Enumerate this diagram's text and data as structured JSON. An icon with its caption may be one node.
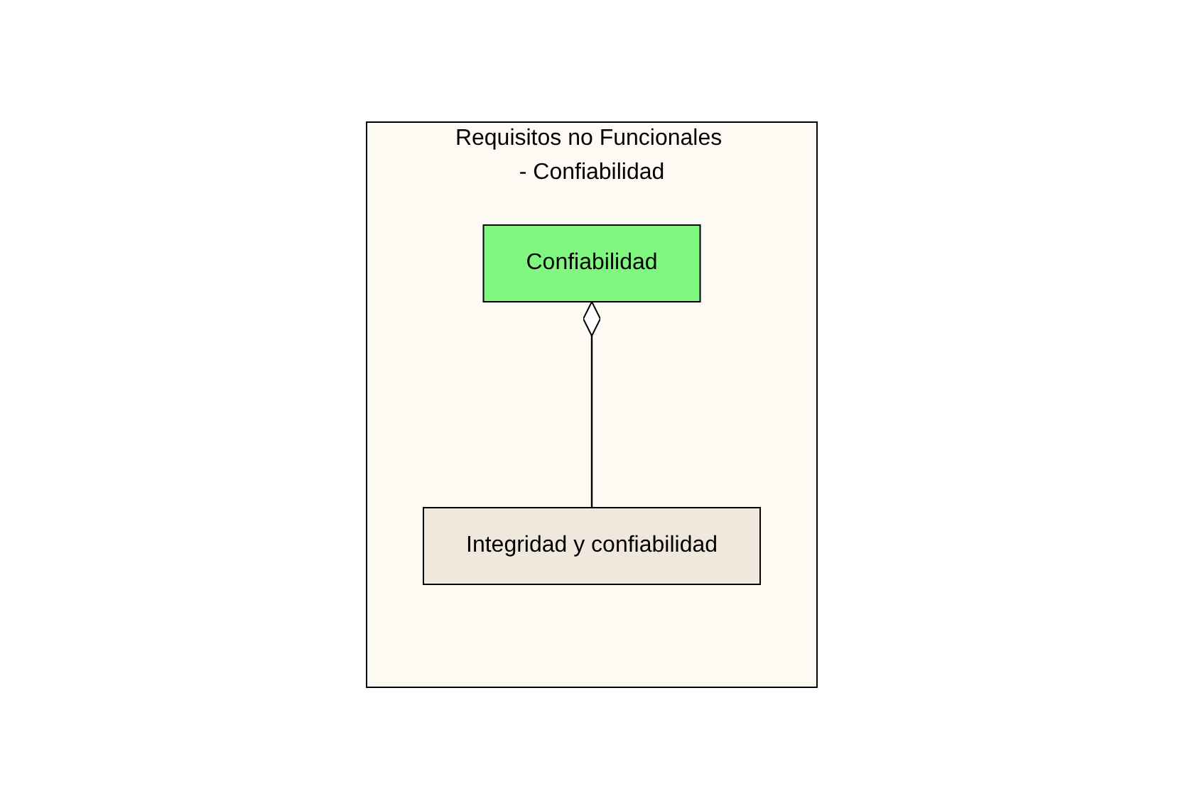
{
  "diagram": {
    "nodes": [
      {
        "text": [
          "Requisitos no Funcionales - Confiabilidad"
        ]
      },
      {
        "text": [
          "Confiabilidad"
        ],
        "in": 0
      },
      {
        "text": [
          "Integridad y confiabilidad"
        ],
        "in": 0
      }
    ],
    "edges": [
      {
        "from": 1,
        "to": 2,
        "arrow": "other"
      }
    ]
  }
}
